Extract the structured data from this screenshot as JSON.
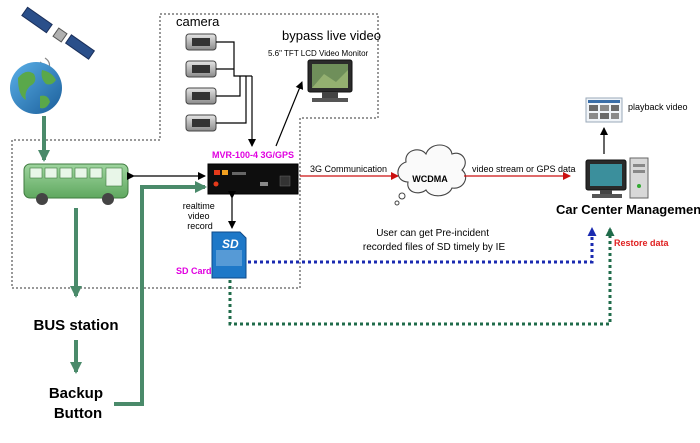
{
  "labels": {
    "camera": "camera",
    "bypass_live_video": "bypass live video",
    "monitor_spec": "5.6\" TFT LCD Video Monitor",
    "mvr_model": "MVR-100-4 3G/GPS",
    "realtime_video_record": [
      "realtime",
      "video",
      "record"
    ],
    "sd_card": "SD Card",
    "sd_logo": "SD",
    "comm_3g": "3G Communication",
    "wcdma": "WCDMA",
    "video_stream": "video stream or GPS data",
    "playback_video": "playback video",
    "car_center_management": "Car Center Management",
    "restore_data": "Restore data",
    "user_can_get": [
      "User can get Pre-incident",
      "recorded files of SD timely by IE"
    ],
    "bus_station": "BUS station",
    "backup_button": [
      "Backup",
      "Button"
    ]
  },
  "colors": {
    "magenta_label": "#e000e0",
    "red_label": "#e02020",
    "green_line": "#4a8a6a",
    "blue_dotted": "#1a2ab0",
    "green_dotted": "#1f6b4a",
    "red_arrow": "#cc1111",
    "bus_green": "#7ec07e",
    "sd_blue": "#1e78c8"
  }
}
